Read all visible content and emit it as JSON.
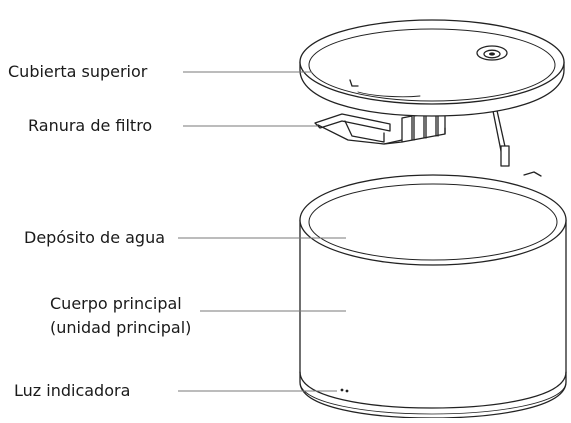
{
  "labels": {
    "top_cover": "Cubierta superior",
    "filter_slot": "Ranura de filtro",
    "water_tank": "Depósito de agua",
    "main_body_line1": "Cuerpo principal",
    "main_body_line2": "(unidad principal)",
    "indicator_light": "Luz indicadora"
  },
  "colors": {
    "stroke": "#222222",
    "leader": "#7a7a7a",
    "fill": "#ffffff"
  }
}
